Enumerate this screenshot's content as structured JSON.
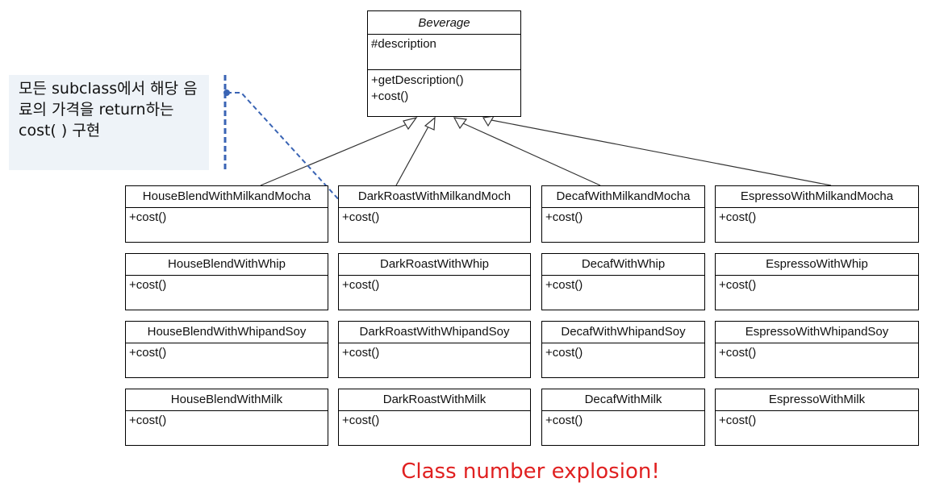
{
  "superclass": {
    "name": "Beverage",
    "attributes": [
      "#description"
    ],
    "operations": [
      "+getDescription()",
      "+cost()"
    ]
  },
  "note": {
    "text": "모든 subclass에서 해당 음료의 가격을 return하는 cost( ) 구현"
  },
  "rows": [
    [
      {
        "name": "HouseBlendWithMilkandMocha",
        "method": "+cost()"
      },
      {
        "name": "DarkRoastWithMilkandMoch",
        "method": "+cost()"
      },
      {
        "name": "DecafWithMilkandMocha",
        "method": "+cost()"
      },
      {
        "name": "EspressoWithMilkandMocha",
        "method": "+cost()"
      }
    ],
    [
      {
        "name": "HouseBlendWithWhip",
        "method": "+cost()"
      },
      {
        "name": "DarkRoastWithWhip",
        "method": "+cost()"
      },
      {
        "name": "DecafWithWhip",
        "method": "+cost()"
      },
      {
        "name": "EspressoWithWhip",
        "method": "+cost()"
      }
    ],
    [
      {
        "name": "HouseBlendWithWhipandSoy",
        "method": "+cost()"
      },
      {
        "name": "DarkRoastWithWhipandSoy",
        "method": "+cost()"
      },
      {
        "name": "DecafWithWhipandSoy",
        "method": "+cost()"
      },
      {
        "name": "EspressoWithWhipandSoy",
        "method": "+cost()"
      }
    ],
    [
      {
        "name": "HouseBlendWithMilk",
        "method": "+cost()"
      },
      {
        "name": "DarkRoastWithMilk",
        "method": "+cost()"
      },
      {
        "name": "DecafWithMilk",
        "method": "+cost()"
      },
      {
        "name": "EspressoWithMilk",
        "method": "+cost()"
      }
    ]
  ],
  "caption": "Class number explosion!",
  "colors": {
    "caption": "#e02020",
    "note_background": "#eef3f8",
    "note_connector": "#3a64b4"
  }
}
